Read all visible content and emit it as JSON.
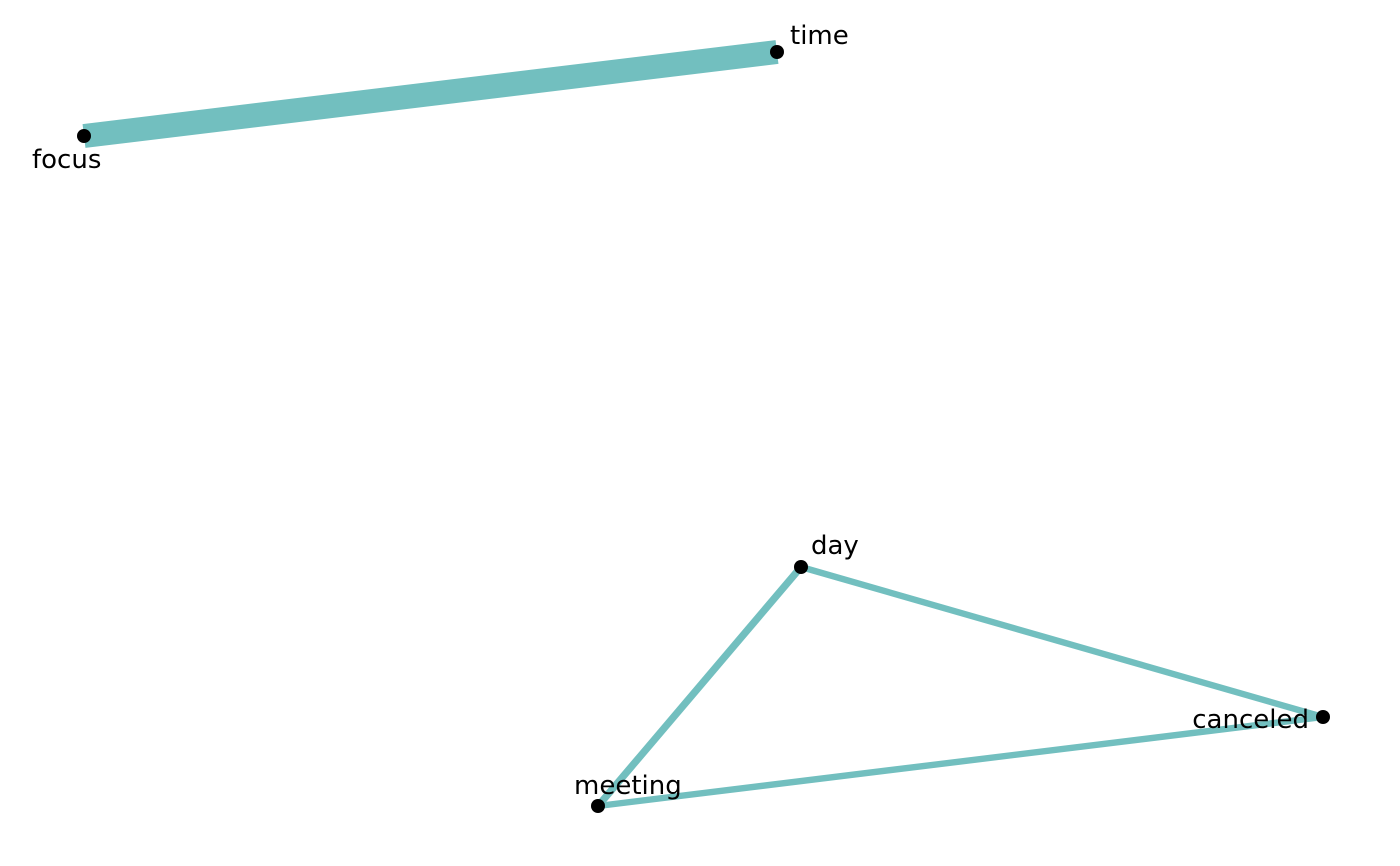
{
  "edge_color": "#72bfbf",
  "node_color": "#000000",
  "nodes": [
    {
      "id": "focus",
      "label": "focus"
    },
    {
      "id": "time",
      "label": "time"
    },
    {
      "id": "day",
      "label": "day"
    },
    {
      "id": "canceled",
      "label": "canceled"
    },
    {
      "id": "meeting",
      "label": "meeting"
    }
  ],
  "edges": [
    {
      "source": "focus",
      "target": "time",
      "weight": 5
    },
    {
      "source": "meeting",
      "target": "day",
      "weight": 1.2
    },
    {
      "source": "day",
      "target": "canceled",
      "weight": 1
    },
    {
      "source": "meeting",
      "target": "canceled",
      "weight": 1
    }
  ]
}
